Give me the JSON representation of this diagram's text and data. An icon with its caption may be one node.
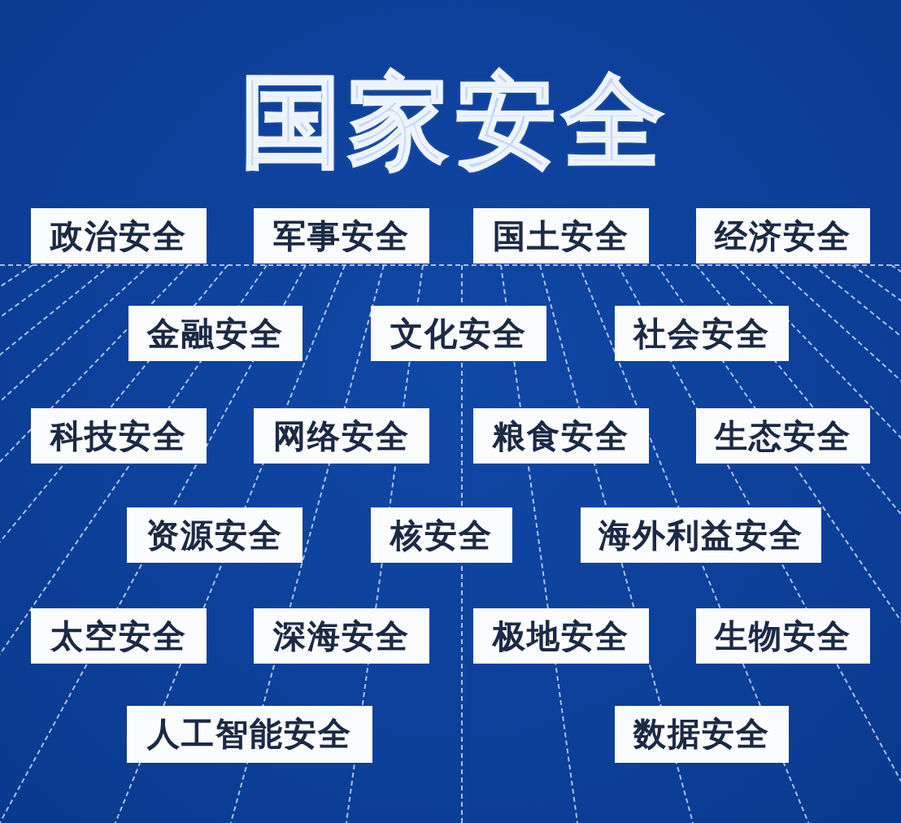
{
  "diagram": {
    "title": "国家安全",
    "nodes": [
      {
        "text": [
          "政治安全"
        ]
      },
      {
        "text": [
          "军事安全"
        ]
      },
      {
        "text": [
          "国土安全"
        ]
      },
      {
        "text": [
          "经济安全"
        ]
      },
      {
        "text": [
          "金融安全"
        ]
      },
      {
        "text": [
          "文化安全"
        ]
      },
      {
        "text": [
          "社会安全"
        ]
      },
      {
        "text": [
          "科技安全"
        ]
      },
      {
        "text": [
          "网络安全"
        ]
      },
      {
        "text": [
          "粮食安全"
        ]
      },
      {
        "text": [
          "生态安全"
        ]
      },
      {
        "text": [
          "资源安全"
        ]
      },
      {
        "text": [
          "核安全"
        ]
      },
      {
        "text": [
          "海外利益安全"
        ]
      },
      {
        "text": [
          "太空安全"
        ]
      },
      {
        "text": [
          "深海安全"
        ]
      },
      {
        "text": [
          "极地安全"
        ]
      },
      {
        "text": [
          "生物安全"
        ]
      },
      {
        "text": [
          "人工智能安全"
        ]
      },
      {
        "text": [
          "数据安全"
        ]
      }
    ]
  }
}
